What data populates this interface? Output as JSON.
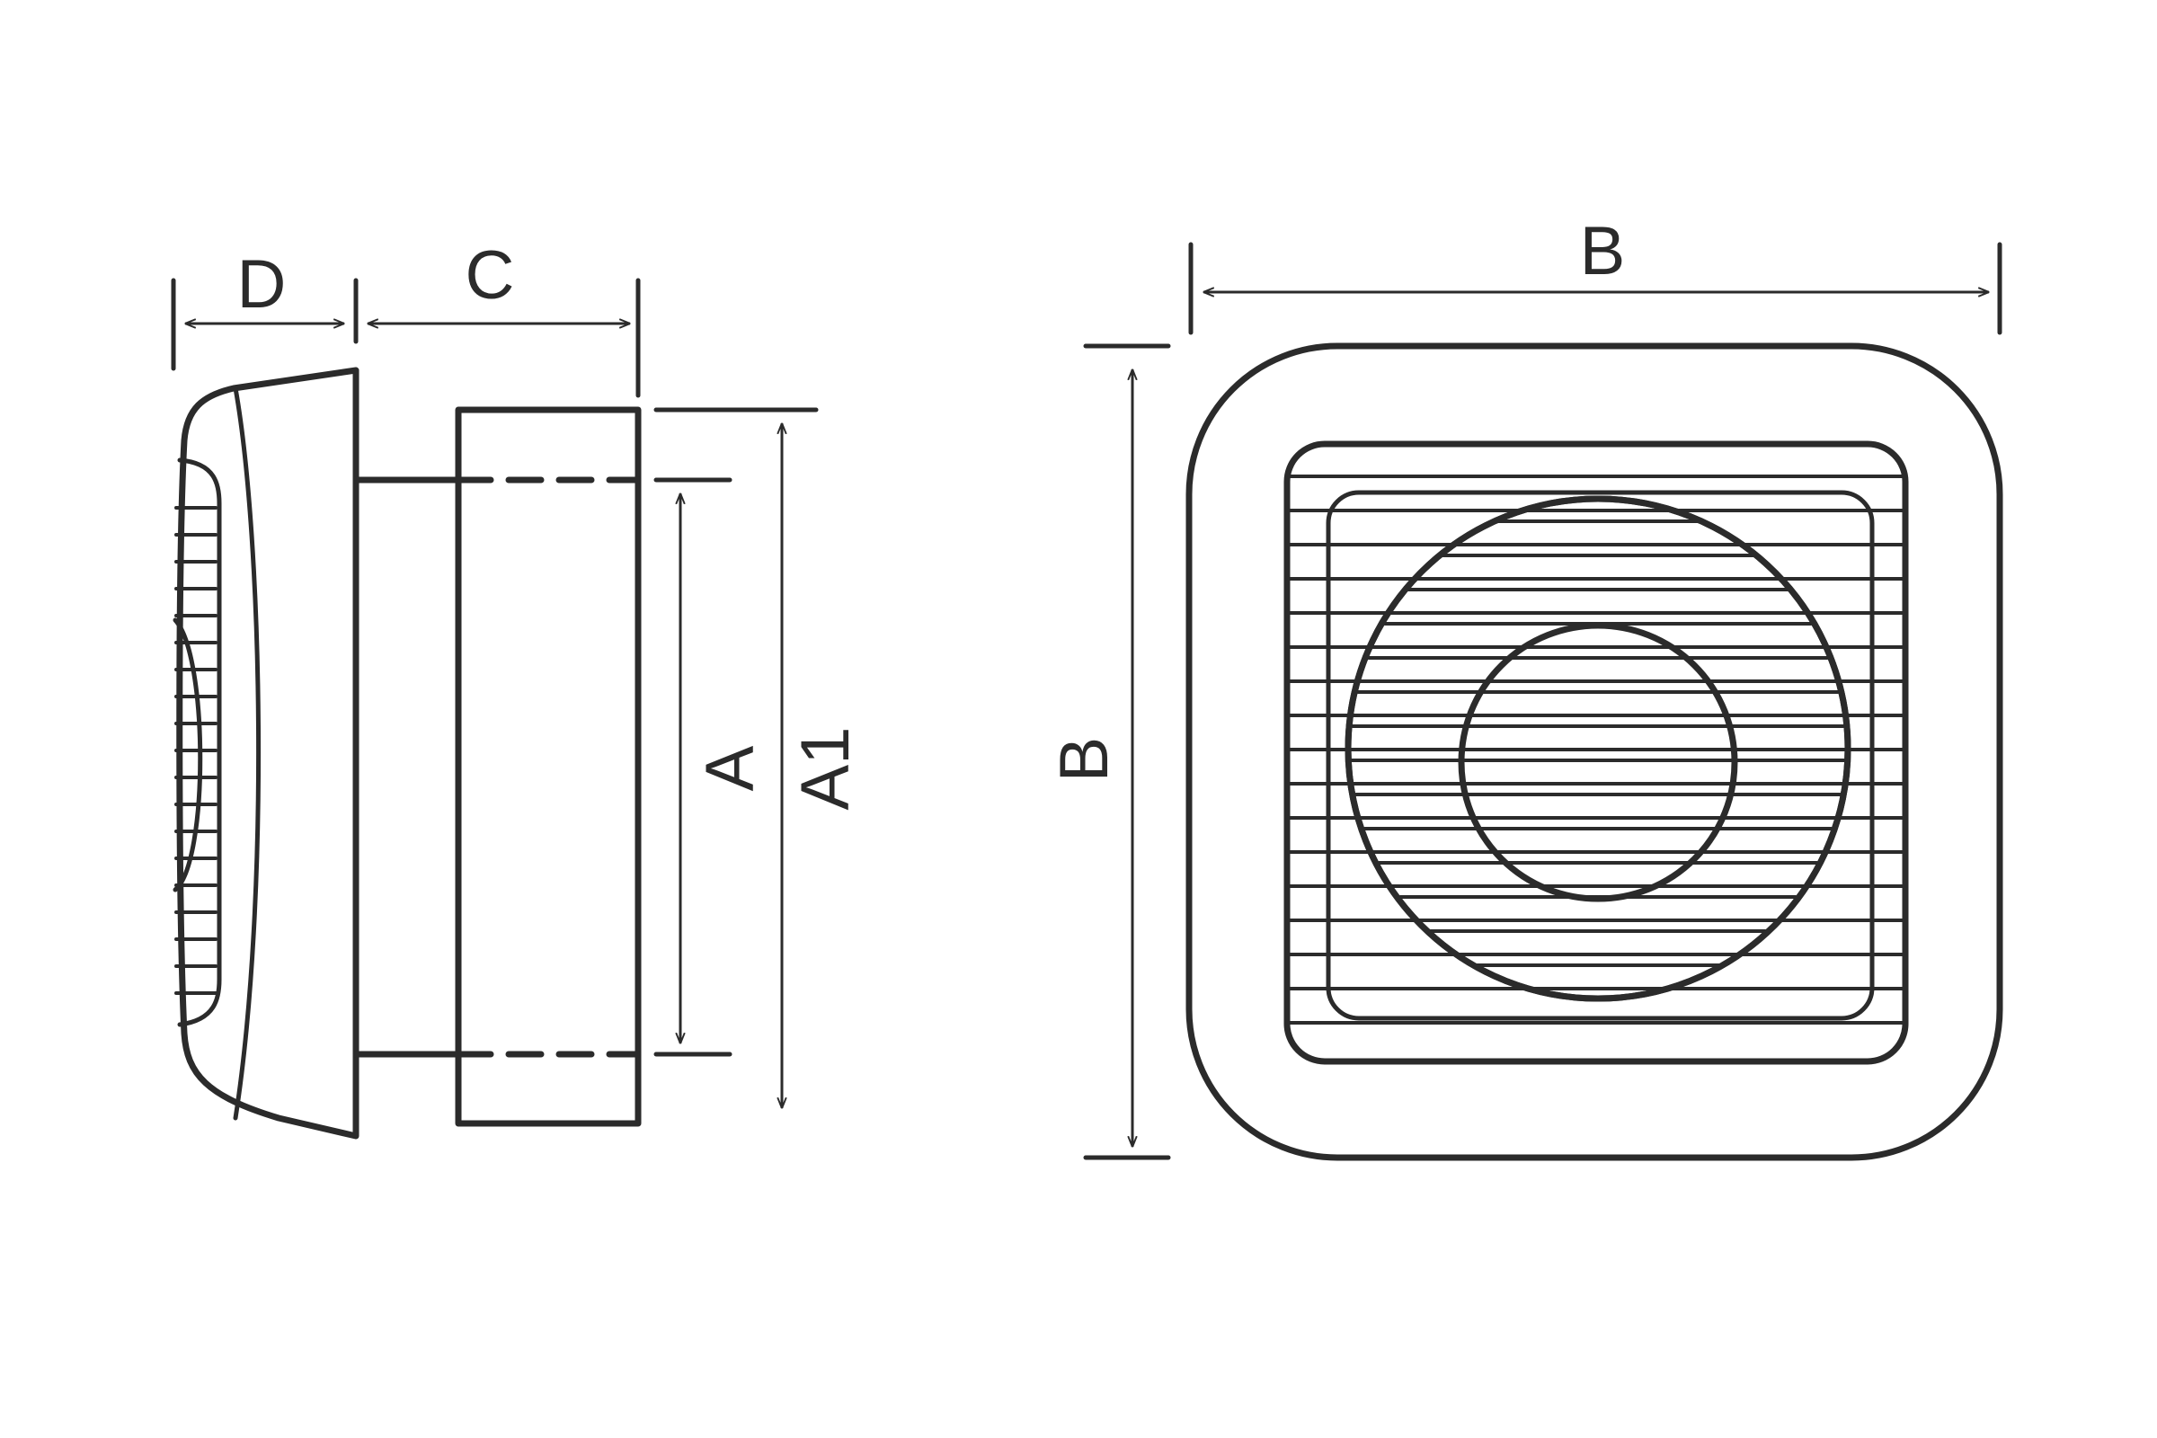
{
  "diagram": {
    "side_view": {
      "labels": {
        "depth_front": "D",
        "depth_body": "C",
        "duct_diameter": "A",
        "body_diameter": "A1"
      }
    },
    "front_view": {
      "labels": {
        "width": "B",
        "height": "B"
      }
    },
    "colors": {
      "line": "#2b2b2b",
      "background": "#ffffff"
    }
  }
}
